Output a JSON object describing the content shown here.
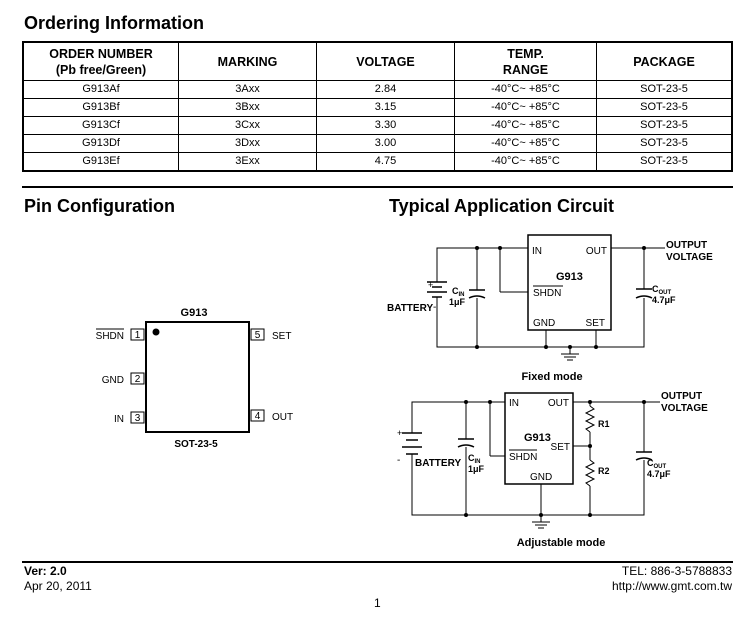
{
  "ordering": {
    "heading": "Ordering Information",
    "columns": [
      {
        "line1": "ORDER NUMBER",
        "line2": "(Pb free/Green)"
      },
      {
        "line1": "MARKING",
        "line2": ""
      },
      {
        "line1": "VOLTAGE",
        "line2": ""
      },
      {
        "line1": "TEMP.",
        "line2": "RANGE"
      },
      {
        "line1": "PACKAGE",
        "line2": ""
      }
    ],
    "rows": [
      {
        "order": "G913Af",
        "marking": "3Axx",
        "voltage": "2.84",
        "temp": "-40°C~ +85°C",
        "package": "SOT-23-5"
      },
      {
        "order": "G913Bf",
        "marking": "3Bxx",
        "voltage": "3.15",
        "temp": "-40°C~ +85°C",
        "package": "SOT-23-5"
      },
      {
        "order": "G913Cf",
        "marking": "3Cxx",
        "voltage": "3.30",
        "temp": "-40°C~ +85°C",
        "package": "SOT-23-5"
      },
      {
        "order": "G913Df",
        "marking": "3Dxx",
        "voltage": "3.00",
        "temp": "-40°C~ +85°C",
        "package": "SOT-23-5"
      },
      {
        "order": "G913Ef",
        "marking": "3Exx",
        "voltage": "4.75",
        "temp": "-40°C~ +85°C",
        "package": "SOT-23-5"
      }
    ]
  },
  "pin_config": {
    "heading": "Pin Configuration",
    "chip_name": "G913",
    "package_label": "SOT-23-5",
    "pins": [
      {
        "num": "1",
        "name": "SHDN"
      },
      {
        "num": "2",
        "name": "GND"
      },
      {
        "num": "3",
        "name": "IN"
      },
      {
        "num": "4",
        "name": "OUT"
      },
      {
        "num": "5",
        "name": "SET"
      }
    ]
  },
  "circuit": {
    "heading": "Typical Application Circuit",
    "fixed": {
      "chip": "G913",
      "pin_in": "IN",
      "pin_out": "OUT",
      "pin_shdn": "SHDN",
      "pin_gnd": "GND",
      "pin_set": "SET",
      "battery": "BATTERY",
      "cin": "C",
      "cin_sub": "IN",
      "cin_val": "1μF",
      "cout": "C",
      "cout_sub": "OUT",
      "cout_val": "4.7μF",
      "output1": "OUTPUT",
      "output2": "VOLTAGE",
      "caption": "Fixed mode",
      "plus": "+",
      "minus": "-"
    },
    "adjustable": {
      "chip": "G913",
      "pin_in": "IN",
      "pin_out": "OUT",
      "pin_shdn": "SHDN",
      "pin_gnd": "GND",
      "pin_set": "SET",
      "battery": "BATTERY",
      "cin": "C",
      "cin_sub": "IN",
      "cin_val": "1μF",
      "cout": "C",
      "cout_sub": "OUT",
      "cout_val": "4.7μF",
      "r1": "R1",
      "r2": "R2",
      "output1": "OUTPUT",
      "output2": "VOLTAGE",
      "caption": "Adjustable mode",
      "plus": "+",
      "minus": "-"
    }
  },
  "footer": {
    "version": "Ver: 2.0",
    "date": "Apr 20, 2011",
    "tel": "TEL: 886-3-5788833",
    "url": "http://www.gmt.com.tw",
    "page": "1"
  }
}
